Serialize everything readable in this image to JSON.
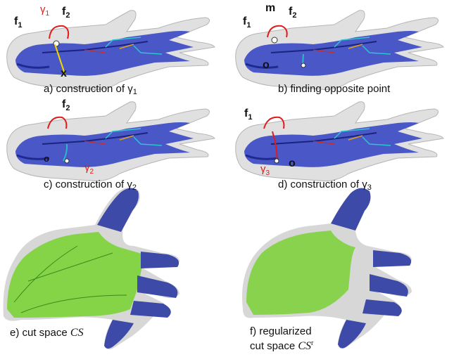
{
  "panels": [
    {
      "id": "a",
      "caption_prefix": "a) construction of ",
      "caption_symbol": "γ",
      "caption_sub": "1"
    },
    {
      "id": "b",
      "caption": "b) finding opposite point"
    },
    {
      "id": "c",
      "caption_prefix": "c) construction of ",
      "caption_symbol": "γ",
      "caption_sub": "2"
    },
    {
      "id": "d",
      "caption_prefix": "d) construction of ",
      "caption_symbol": "γ",
      "caption_sub": "3"
    },
    {
      "id": "e",
      "caption_prefix": "e) cut space ",
      "caption_math": "CS"
    },
    {
      "id": "f",
      "caption_line1": "f) regularized",
      "caption_line2_prefix": "cut space ",
      "caption_math": "CS",
      "caption_sup": "r"
    }
  ],
  "labels": {
    "f": "f",
    "sub1": "1",
    "sub2": "2",
    "sub3": "3",
    "gamma": "γ",
    "x": "x",
    "m": "m",
    "o": "o"
  },
  "colors": {
    "hand_shell": "#d9d9d9",
    "skeleton_blue": "#2a39b8",
    "cut_green": "#7ed23a",
    "finger_blue": "#3d4aa8",
    "curve_red": "#e21b1b",
    "curve_cyan": "#29b9c7",
    "pointer_yellow": "#f2d600"
  }
}
